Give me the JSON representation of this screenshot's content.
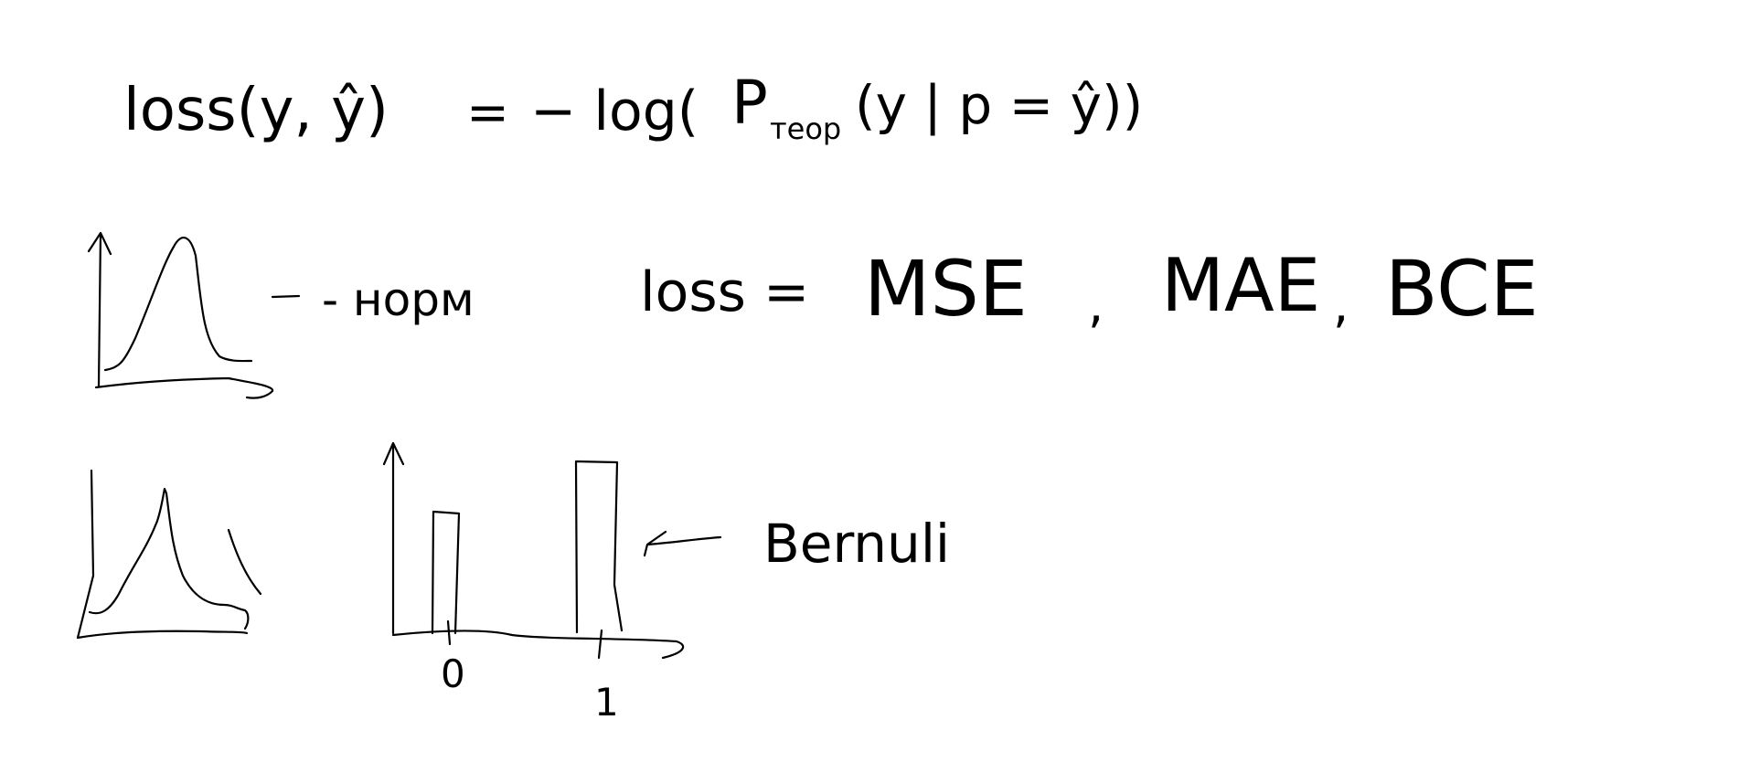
{
  "formula": {
    "lhs": "loss(y, ŷ)",
    "equals": "=",
    "rhs_prefix": "− log(",
    "p_letter": "P",
    "p_subscript": "теор",
    "rhs_args": "(y | p = ŷ))"
  },
  "normal_label": "- норм",
  "loss_list": {
    "prefix": "loss =",
    "items": [
      "MSE",
      "MAE",
      "BCE"
    ],
    "separator": ","
  },
  "bernoulli": {
    "label": "Bernuli",
    "tick_labels": [
      "0",
      "1"
    ]
  },
  "ink_color": "#000000",
  "background_color": "#ffffff"
}
